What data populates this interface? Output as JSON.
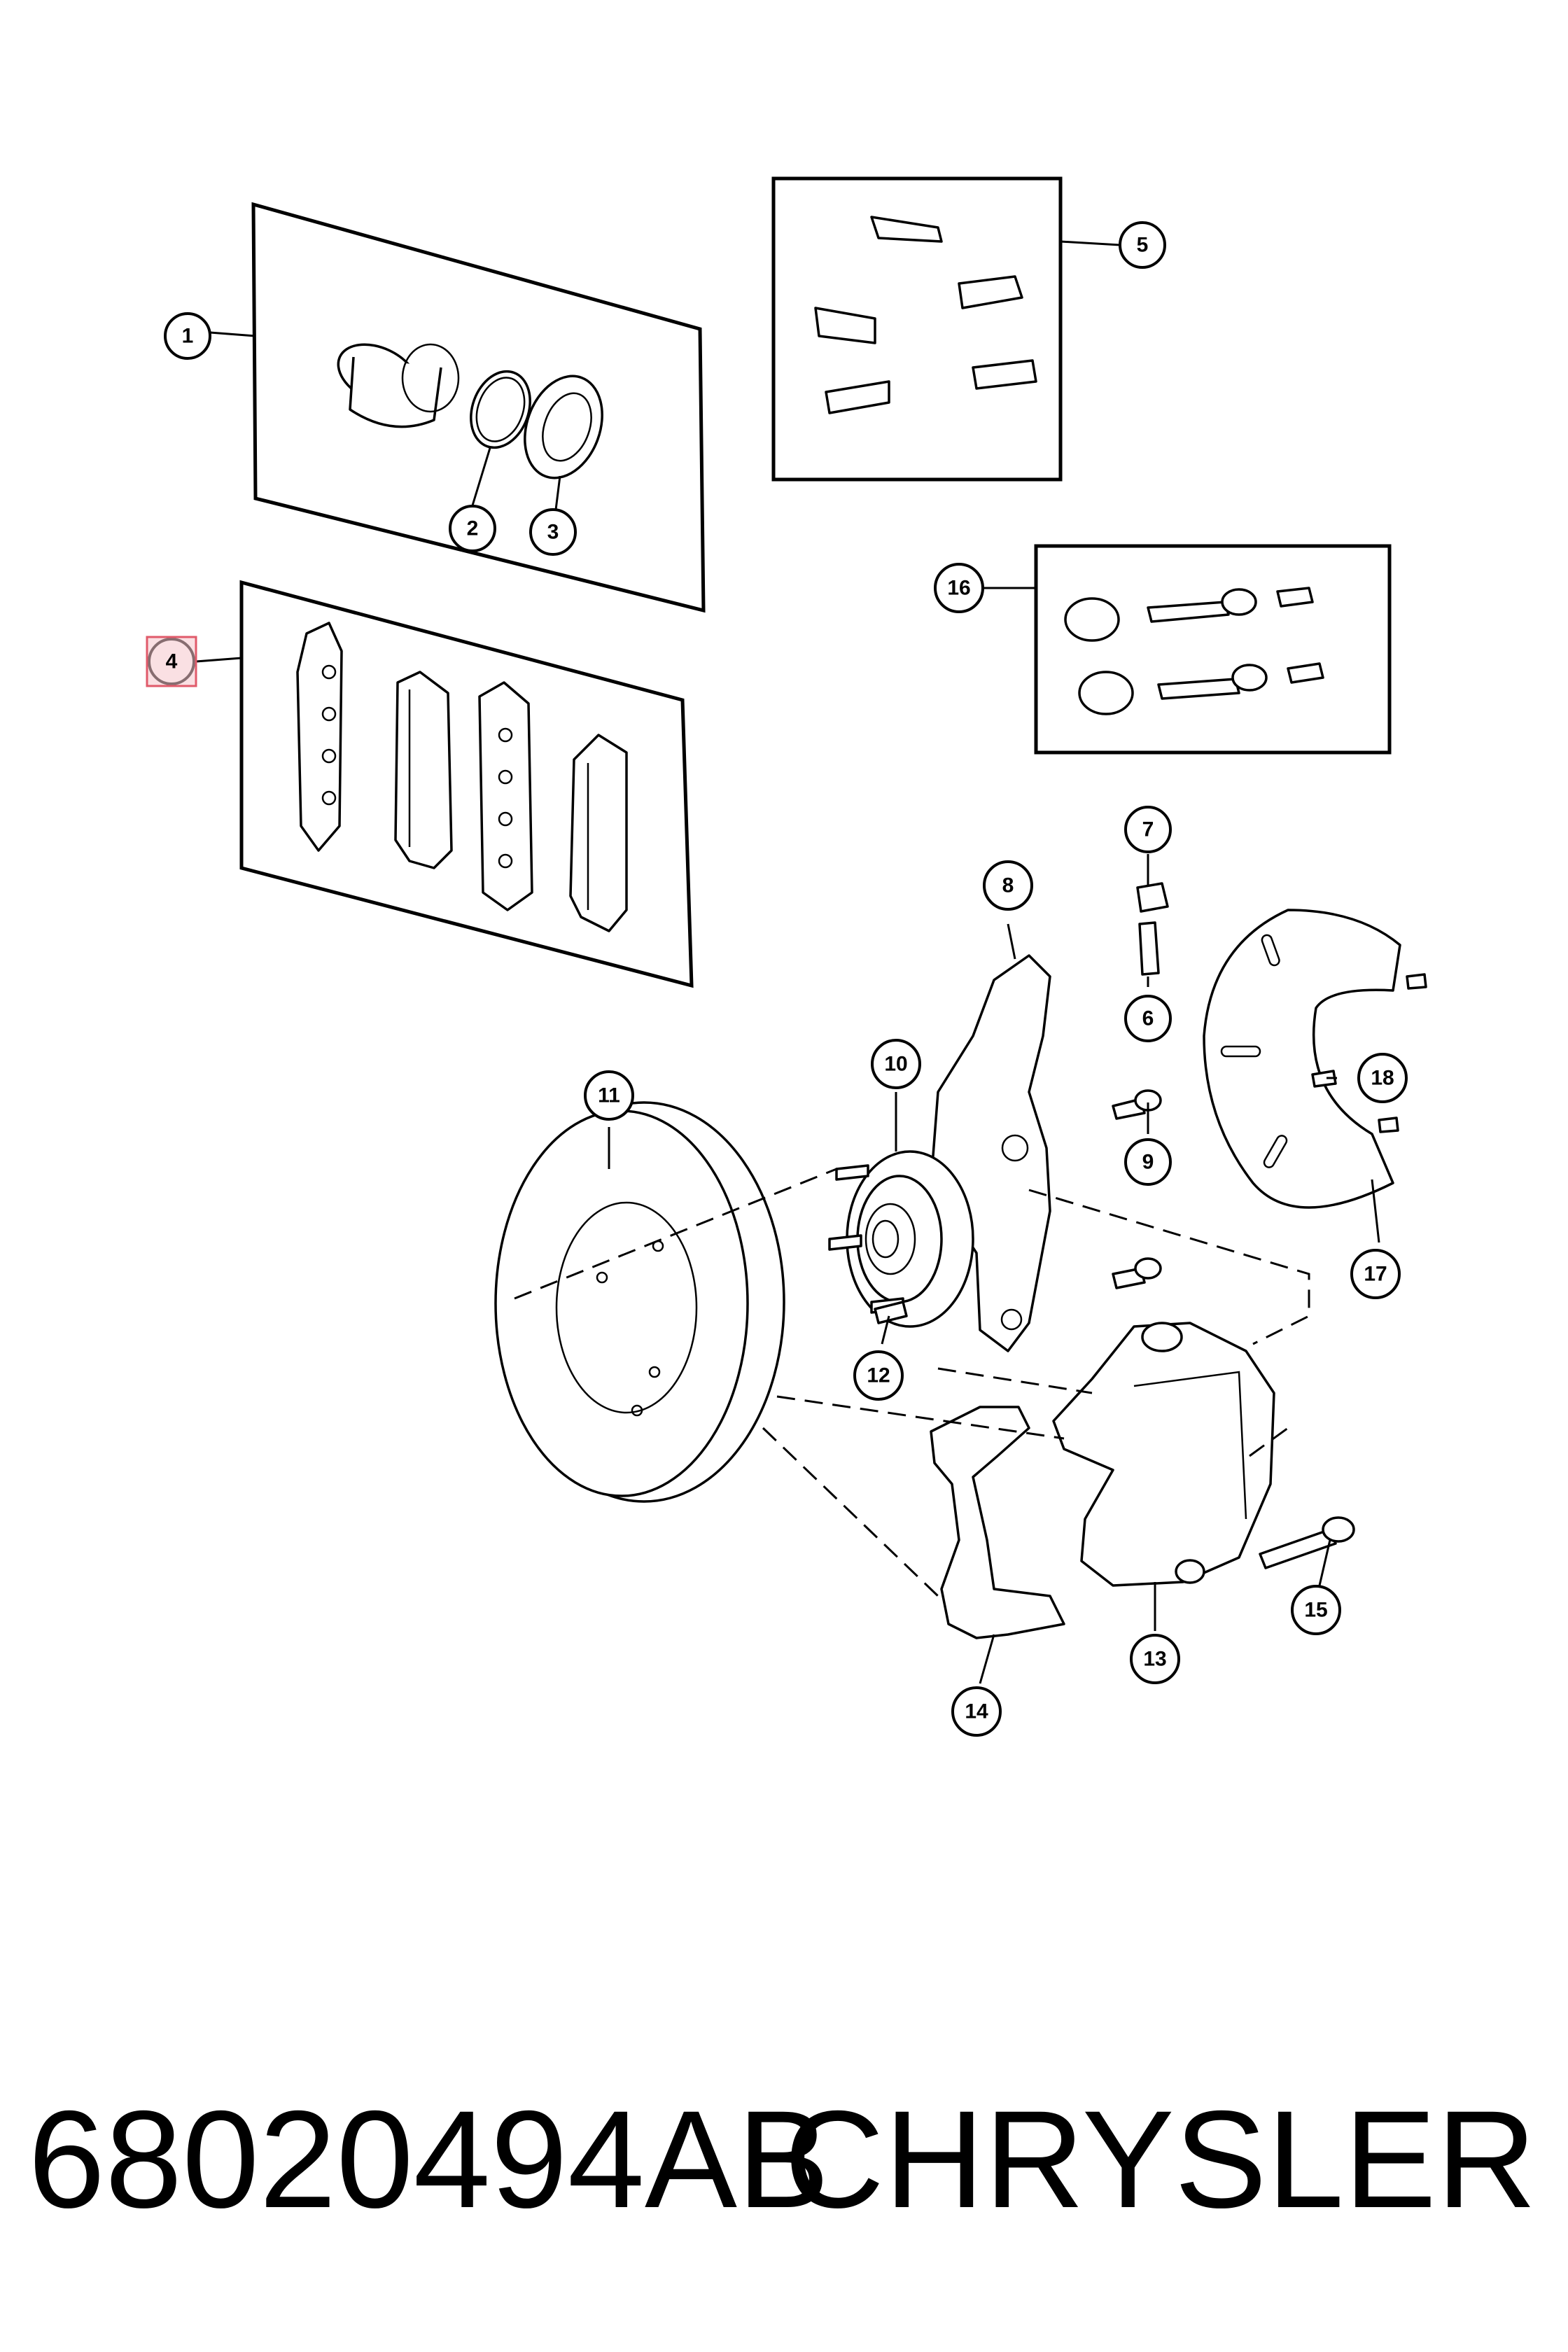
{
  "callouts": {
    "c1": "1",
    "c2": "2",
    "c3": "3",
    "c4": "4",
    "c5": "5",
    "c6": "6",
    "c7": "7",
    "c8": "8",
    "c9": "9",
    "c10": "10",
    "c11": "11",
    "c12": "12",
    "c13": "13",
    "c14": "14",
    "c15": "15",
    "c16": "16",
    "c17": "17",
    "c18": "18"
  },
  "highlight_color": "#e05a6a",
  "footer": {
    "part_number": "68020494AB",
    "brand": "CHRYSLER"
  }
}
